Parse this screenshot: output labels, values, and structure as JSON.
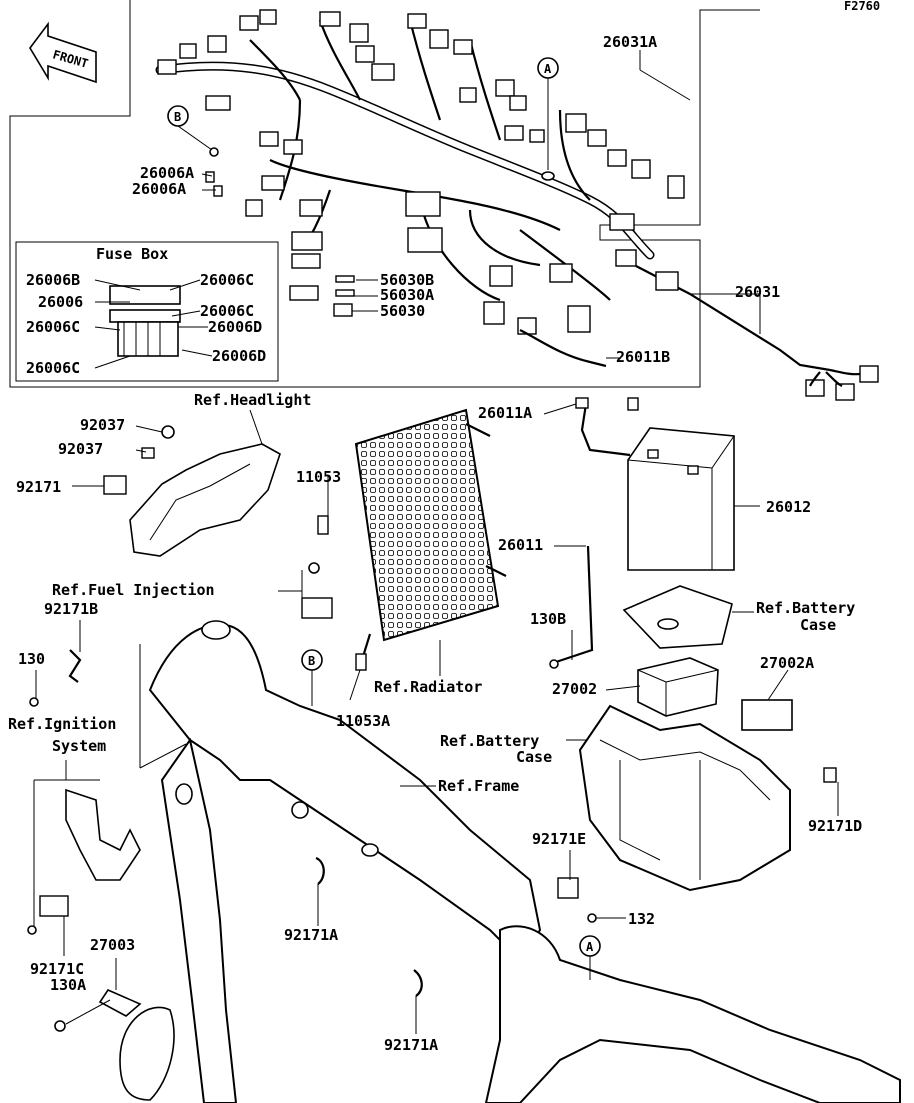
{
  "figure_code": "F2760",
  "front_label": "FRONT",
  "fuse_box_title": "Fuse Box",
  "circle_markers": {
    "A": "A",
    "B": "B"
  },
  "labels": {
    "p26031A": "26031A",
    "p26006A_1": "26006A",
    "p26006A_2": "26006A",
    "p26006B": "26006B",
    "p26006C_1": "26006C",
    "p26006": "26006",
    "p26006C_2": "26006C",
    "p26006C_3": "26006C",
    "p26006D_1": "26006D",
    "p26006C_4": "26006C",
    "p26006D_2": "26006D",
    "p56030B": "56030B",
    "p56030A": "56030A",
    "p56030": "56030",
    "p26011B": "26011B",
    "p26031": "26031",
    "p26011A": "26011A",
    "p26012": "26012",
    "p26011": "26011",
    "p130B": "130B",
    "p27002A": "27002A",
    "p27002": "27002",
    "p92171D": "92171D",
    "p92171E": "92171E",
    "p132": "132",
    "p92037_1": "92037",
    "p92037_2": "92037",
    "p92171": "92171",
    "p11053": "11053",
    "p11053A": "11053A",
    "p92171B": "92171B",
    "p130": "130",
    "p92171A_1": "92171A",
    "p92171A_2": "92171A",
    "p92171C": "92171C",
    "p130A": "130A",
    "p27003": "27003"
  },
  "references": {
    "headlight": "Ref.Headlight",
    "fuel_injection": "Ref.Fuel Injection",
    "ignition_1": "Ref.Ignition",
    "ignition_2": "System",
    "radiator": "Ref.Radiator",
    "frame": "Ref.Frame",
    "battery_case_top_1": "Ref.Battery",
    "battery_case_top_2": "Case",
    "battery_case_mid_1": "Ref.Battery",
    "battery_case_mid_2": "Case"
  }
}
